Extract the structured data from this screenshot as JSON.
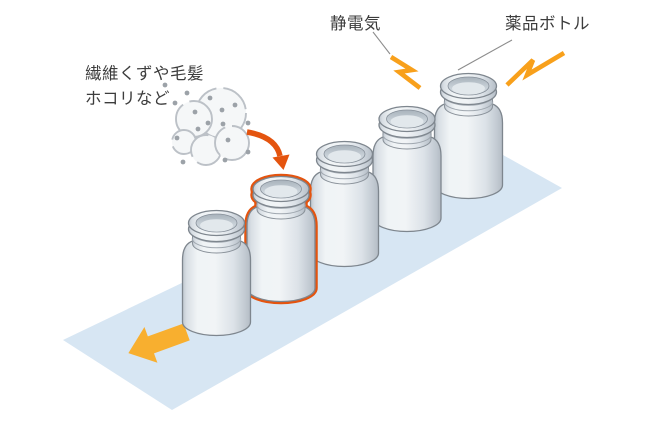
{
  "diagram": {
    "labels": {
      "contaminants_line1": "繊維くずや毛髪",
      "contaminants_line2": "ホコリなど",
      "static_electricity": "静電気",
      "bottle": "薬品ボトル"
    },
    "bottles": {
      "count": 5,
      "highlighted_index": 2
    },
    "colors": {
      "belt": "#D7E6F3",
      "direction_arrow": "#F8AF2F",
      "static_bolt": "#F8A01B",
      "highlight_outline": "#E4540F",
      "falling_arrow": "#E4540F",
      "bottle_outline": "#7E868E",
      "text": "#3C3C3C",
      "leader_line": "#8C8C8C",
      "cloud_stroke": "#BCC1C7",
      "dust_dot": "#9CA2A8"
    }
  }
}
